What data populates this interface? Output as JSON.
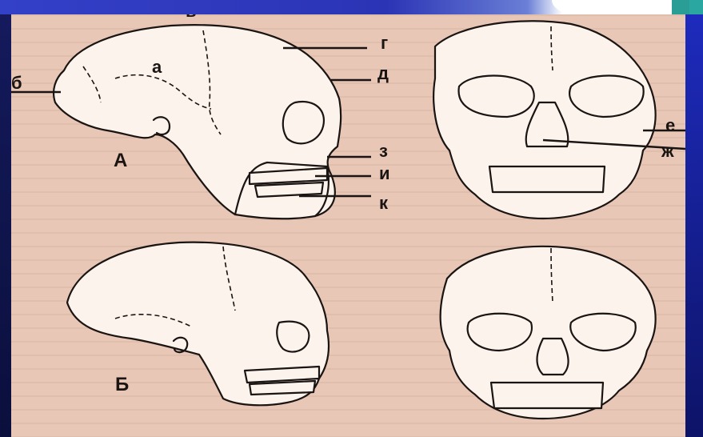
{
  "figure": {
    "panel_labels": {
      "a": "А",
      "b": "Б"
    },
    "markers": {
      "v": "в",
      "a_small": "а",
      "b_small": "б",
      "g": "г",
      "d": "д",
      "e": "е",
      "zh": "ж",
      "z": "з",
      "i": "и",
      "k": "к"
    }
  },
  "colors": {
    "paper": "#e8c7b6",
    "skull_fill": "#fbf3ec",
    "ink": "#1a1412",
    "frame": "#1b1f5e",
    "accent": "#2a9d96"
  }
}
